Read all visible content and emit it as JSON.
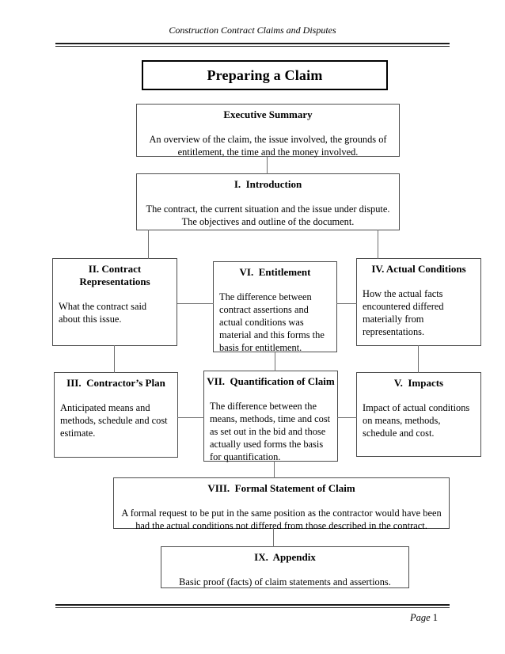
{
  "document": {
    "header_text": "Construction Contract Claims and Disputes",
    "footer": {
      "page_label": "Page",
      "page_number": "1"
    }
  },
  "flowchart": {
    "title": "Preparing a Claim",
    "nodes": {
      "executive_summary": {
        "title": "Executive Summary",
        "body": "An overview of the claim, the issue involved, the grounds of\nentitlement, the time and the money involved."
      },
      "introduction": {
        "title": "I.  Introduction",
        "body": "The contract, the current situation and the issue under dispute.\nThe objectives and outline of the document."
      },
      "contract_representations": {
        "title": "II. Contract\nRepresentations",
        "body": "What the contract said\nabout this issue."
      },
      "entitlement": {
        "title": "VI.  Entitlement",
        "body": "The difference between\ncontract assertions and\nactual conditions was\nmaterial and this forms the\nbasis for entitlement."
      },
      "actual_conditions": {
        "title": "IV. Actual Conditions",
        "body": "How the actual facts\nencountered differed\nmaterially from\nrepresentations."
      },
      "contractors_plan": {
        "title": "III.  Contractor’s Plan",
        "body": "Anticipated means and\nmethods, schedule and cost\nestimate."
      },
      "quantification_of_claim": {
        "title": "VII.  Quantification of Claim",
        "body": "The difference between the\nmeans, methods, time and cost\nas set out in the bid and those\nactually used forms the basis\nfor quantification."
      },
      "impacts": {
        "title": "V.  Impacts",
        "body": "Impact of actual conditions\non means, methods,\nschedule and cost."
      },
      "formal_statement_of_claim": {
        "title": "VIII.  Formal Statement of Claim",
        "body": "A formal request to be put in the same position as the contractor would have been\nhad the actual conditions not differed from those described in the contract."
      },
      "appendix": {
        "title": "IX.  Appendix",
        "body": "Basic proof (facts) of claim statements and assertions."
      }
    }
  }
}
